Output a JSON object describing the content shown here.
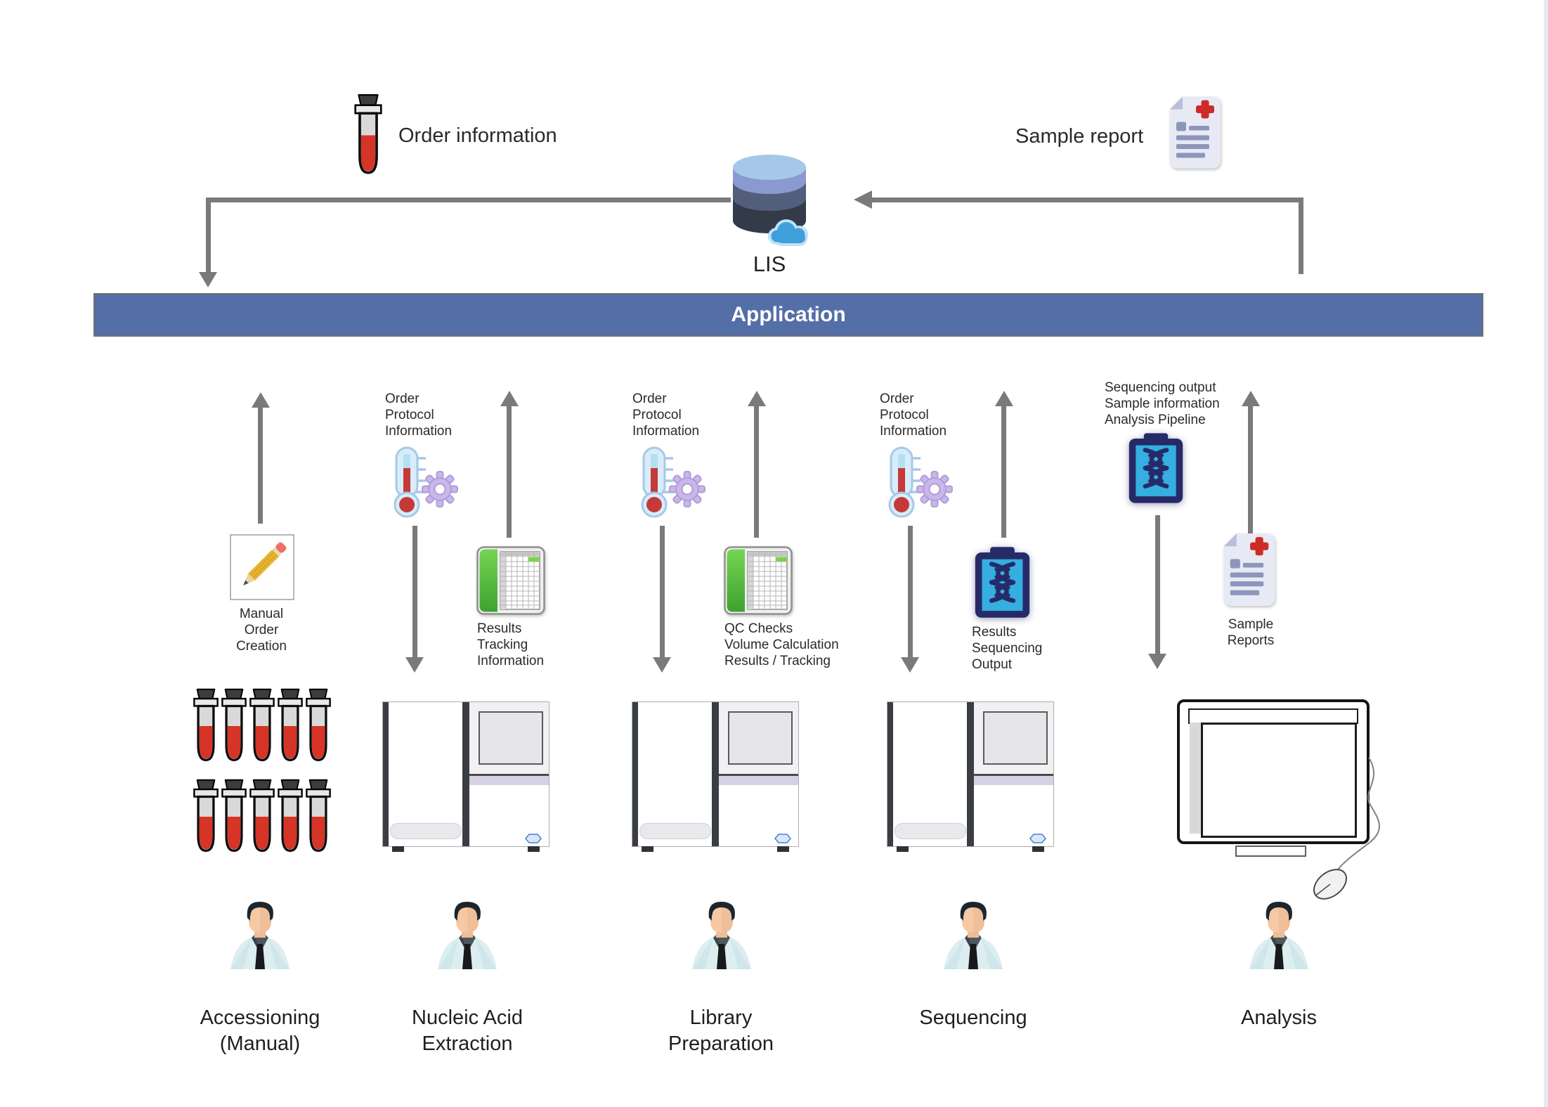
{
  "header": {
    "order_information": "Order information",
    "sample_report": "Sample report",
    "lis": "LIS",
    "application": "Application"
  },
  "colors": {
    "application_bar": "#546fa8",
    "arrow_gray": "#7a7a7a",
    "blood_red": "#d63426",
    "dna_navy": "#272a68",
    "dna_cyan": "#35aee0",
    "sheet_green": "#55c33c",
    "gear_lavender": "#c9b7e7",
    "thermometer_red": "#c43a38",
    "database_top": "#a6c8e8",
    "database_mid": "#8b9ace",
    "database_dark": "#535e7d",
    "database_darkest": "#333b49",
    "cloud_blue": "#3f9fdb",
    "report_page": "#e7eaf5",
    "report_red_cross": "#ce2b26"
  },
  "icons": {
    "order_sample": "blood-tube-icon",
    "lis_database": "database-cloud-icon",
    "sample_report": "medical-report-icon",
    "manual_order": "pencil-paper-icon",
    "protocol": "thermometer-gear-icon",
    "results_sheet": "spreadsheet-icon",
    "sequencing_results": "dna-clipboard-icon",
    "analysis_input": "dna-clipboard-icon",
    "workstation": "computer-monitor-icon",
    "pointer": "mouse-icon",
    "operator": "lab-technician-icon",
    "samples": "blood-tube-rack-icon",
    "instrument": "sequencer-machine-icon"
  },
  "columns": [
    {
      "stage": "Accessioning\n(Manual)",
      "mid_label": "Manual\nOrder\nCreation"
    },
    {
      "stage": "Nucleic Acid\nExtraction",
      "order_info": "Order\nProtocol\nInformation",
      "mid_label": "Results\nTracking\nInformation"
    },
    {
      "stage": "Library\nPreparation",
      "order_info": "Order\nProtocol\nInformation",
      "mid_label": "QC Checks\nVolume Calculation\nResults / Tracking"
    },
    {
      "stage": "Sequencing",
      "order_info": "Order\nProtocol\nInformation",
      "mid_label": "Results\nSequencing\nOutput"
    },
    {
      "stage": "Analysis",
      "order_info": "Sequencing output\nSample information\nAnalysis Pipeline",
      "mid_label": "Sample\nReports"
    }
  ]
}
